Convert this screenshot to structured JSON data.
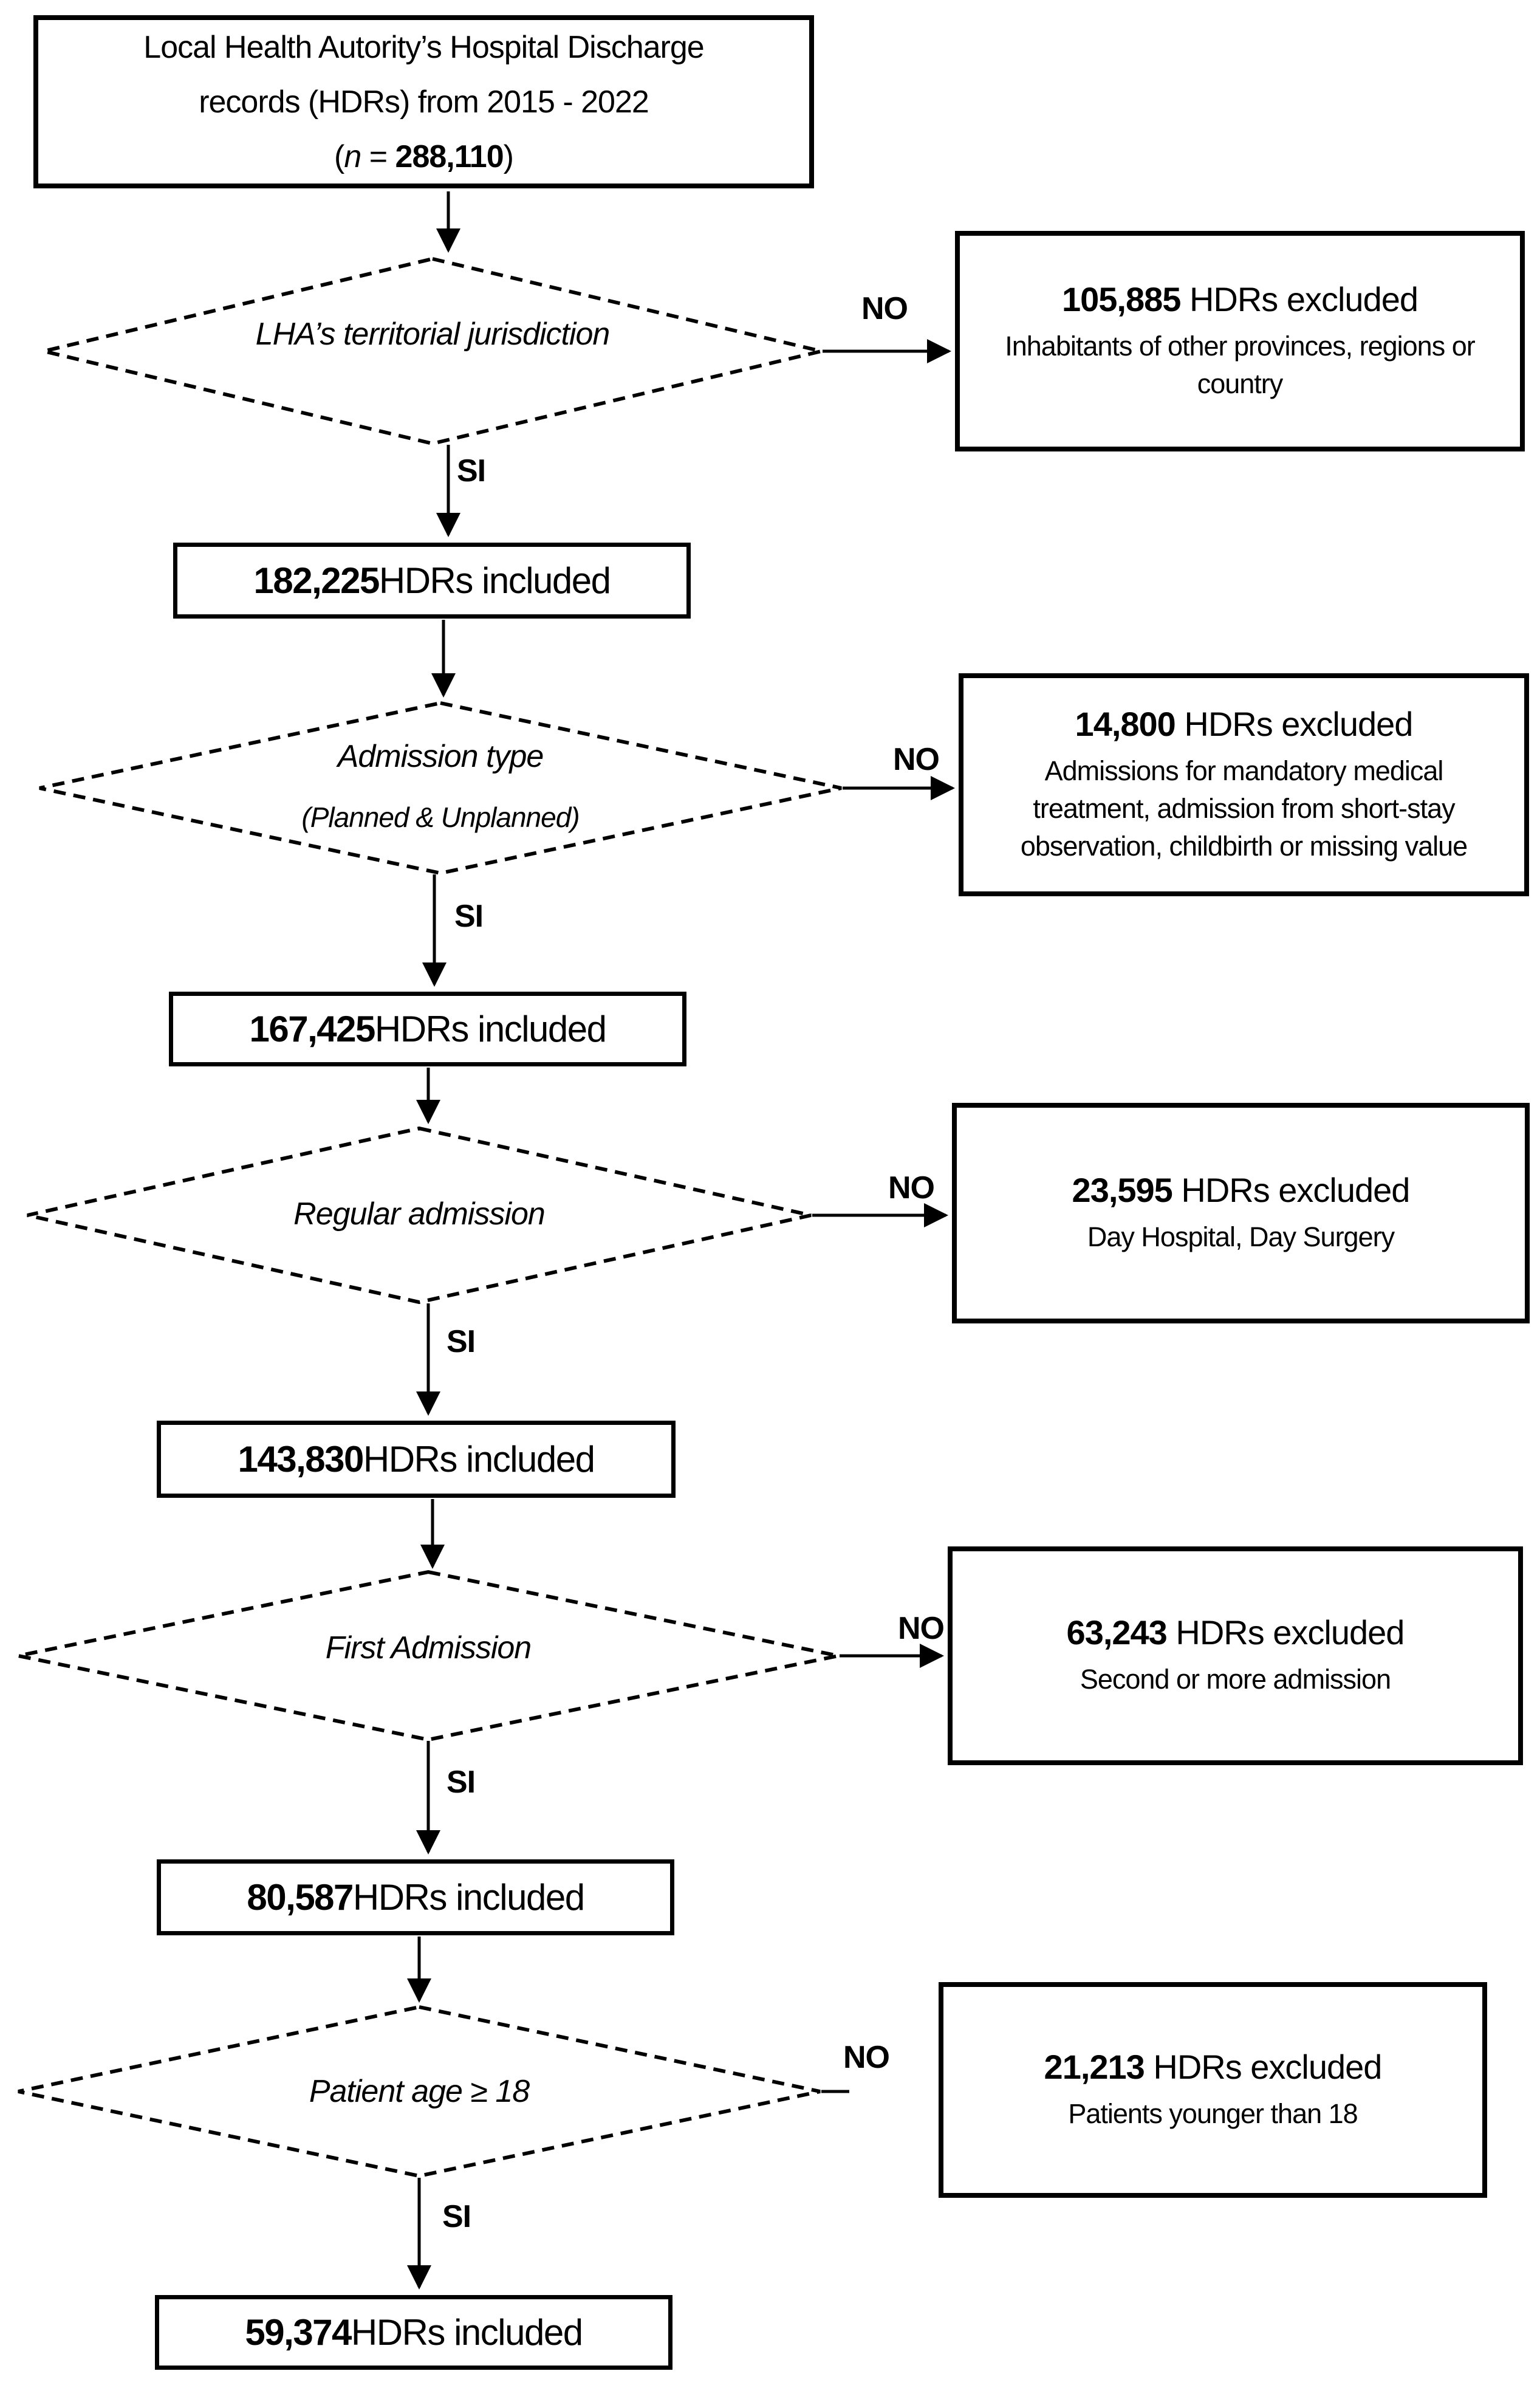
{
  "title_box": {
    "line1": "Local Health Autority’s Hospital Discharge",
    "line2": "records (HDRs) from 2015 - 2022",
    "n_open": "(",
    "n_symbol": "n",
    "n_equals": " = ",
    "n_value": "288,110",
    "n_close": ")"
  },
  "decisions": [
    {
      "label": "LHA’s territorial jurisdiction",
      "yes_label": "SI",
      "no_label": "NO"
    },
    {
      "label": "Admission type",
      "sublabel": "(Planned & Unplanned)",
      "yes_label": "SI",
      "no_label": "NO"
    },
    {
      "label": "Regular admission",
      "yes_label": "SI",
      "no_label": "NO"
    },
    {
      "label": "First Admission",
      "yes_label": "SI",
      "no_label": "NO"
    },
    {
      "label": "Patient age ≥ 18",
      "yes_label": "SI",
      "no_label": "NO"
    }
  ],
  "included": [
    {
      "value": "182,225",
      "label": " HDRs included"
    },
    {
      "value": "167,425",
      "label": " HDRs included"
    },
    {
      "value": "143,830",
      "label": " HDRs included"
    },
    {
      "value": "80,587",
      "label": " HDRs included"
    },
    {
      "value": "59,374",
      "label": " HDRs included"
    }
  ],
  "excluded": [
    {
      "value": "105,885",
      "label": " HDRs excluded",
      "detail": "Inhabitants of other provinces, regions or country"
    },
    {
      "value": "14,800",
      "label": " HDRs excluded",
      "detail": "Admissions for mandatory medical treatment, admission from short-stay observation, childbirth or missing value"
    },
    {
      "value": "23,595",
      "label": " HDRs excluded",
      "detail": "Day Hospital, Day Surgery"
    },
    {
      "value": "63,243",
      "label": " HDRs excluded",
      "detail": "Second or more admission"
    },
    {
      "value": "21,213",
      "label": " HDRs excluded",
      "detail": "Patients younger than 18"
    }
  ],
  "colors": {
    "ink": "#000000",
    "background": "#ffffff"
  }
}
